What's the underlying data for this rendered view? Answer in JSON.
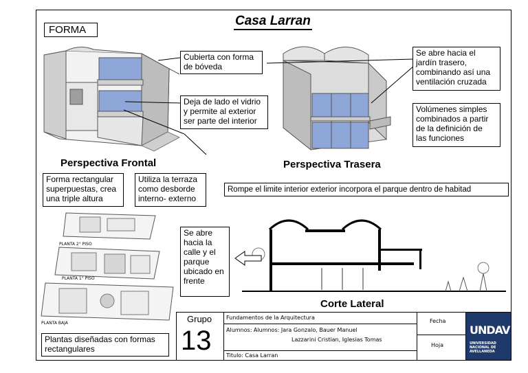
{
  "title": "Casa Larran",
  "forma_label": "FORMA",
  "captions": {
    "frontal": "Perspectiva Frontal",
    "trasera": "Perspectiva Trasera",
    "corte": "Corte Lateral"
  },
  "notes": {
    "cubierta": [
      "Cubierta con forma",
      "de bóveda"
    ],
    "vidrio": [
      "Deja de lado el vidrio",
      "y permite al exterior",
      "ser parte del interior"
    ],
    "forma_rect": [
      "Forma rectangular",
      "superpuestas, crea",
      "una triple altura"
    ],
    "terraza": [
      "Utiliza la terraza",
      "como desborde",
      "interno- externo"
    ],
    "jardin": [
      "Se abre hacia el",
      "jardín trasero,",
      "combinando así una",
      "ventilación cruzada"
    ],
    "volumenes": [
      "Volúmenes simples",
      "combinados a partir",
      "de la definición de",
      "las funciones"
    ],
    "rompe": "Rompe el limite interior exterior incorpora el parque dentro de habitad",
    "calle": [
      "Se abre",
      "hacia la",
      "calle y el",
      "parque",
      "ubicado en",
      "frente"
    ],
    "plantas": [
      "Plantas diseñadas con formas",
      "rectangulares"
    ]
  },
  "plan_labels": {
    "p2": "PLANTA 2° PISO",
    "p1": "PLANTA 1° PISO",
    "pb": "PLANTA BAJA"
  },
  "title_block": {
    "grupo_label": "Grupo",
    "grupo_number": "13",
    "course": "Fundamentos de la Arquitectura",
    "alumnos_line1": "Alumnos: Alumnos: Jara Gonzalo, Bauer Manuel",
    "alumnos_line2": "Lazzarini Cristian, Iglesias Tomas",
    "titulo": "Titulo: Casa Larran",
    "fecha_label": "Fecha",
    "hoja_label": "Hoja",
    "logo_text": "UNDAV",
    "logo_sub": [
      "UNIVERSIDAD",
      "NACIONAL DE",
      "AVELLANEDA"
    ]
  },
  "colors": {
    "glass": "#8fa6d8",
    "logo_bg": "#1e3a6b",
    "wall": "#d9d9d9"
  }
}
